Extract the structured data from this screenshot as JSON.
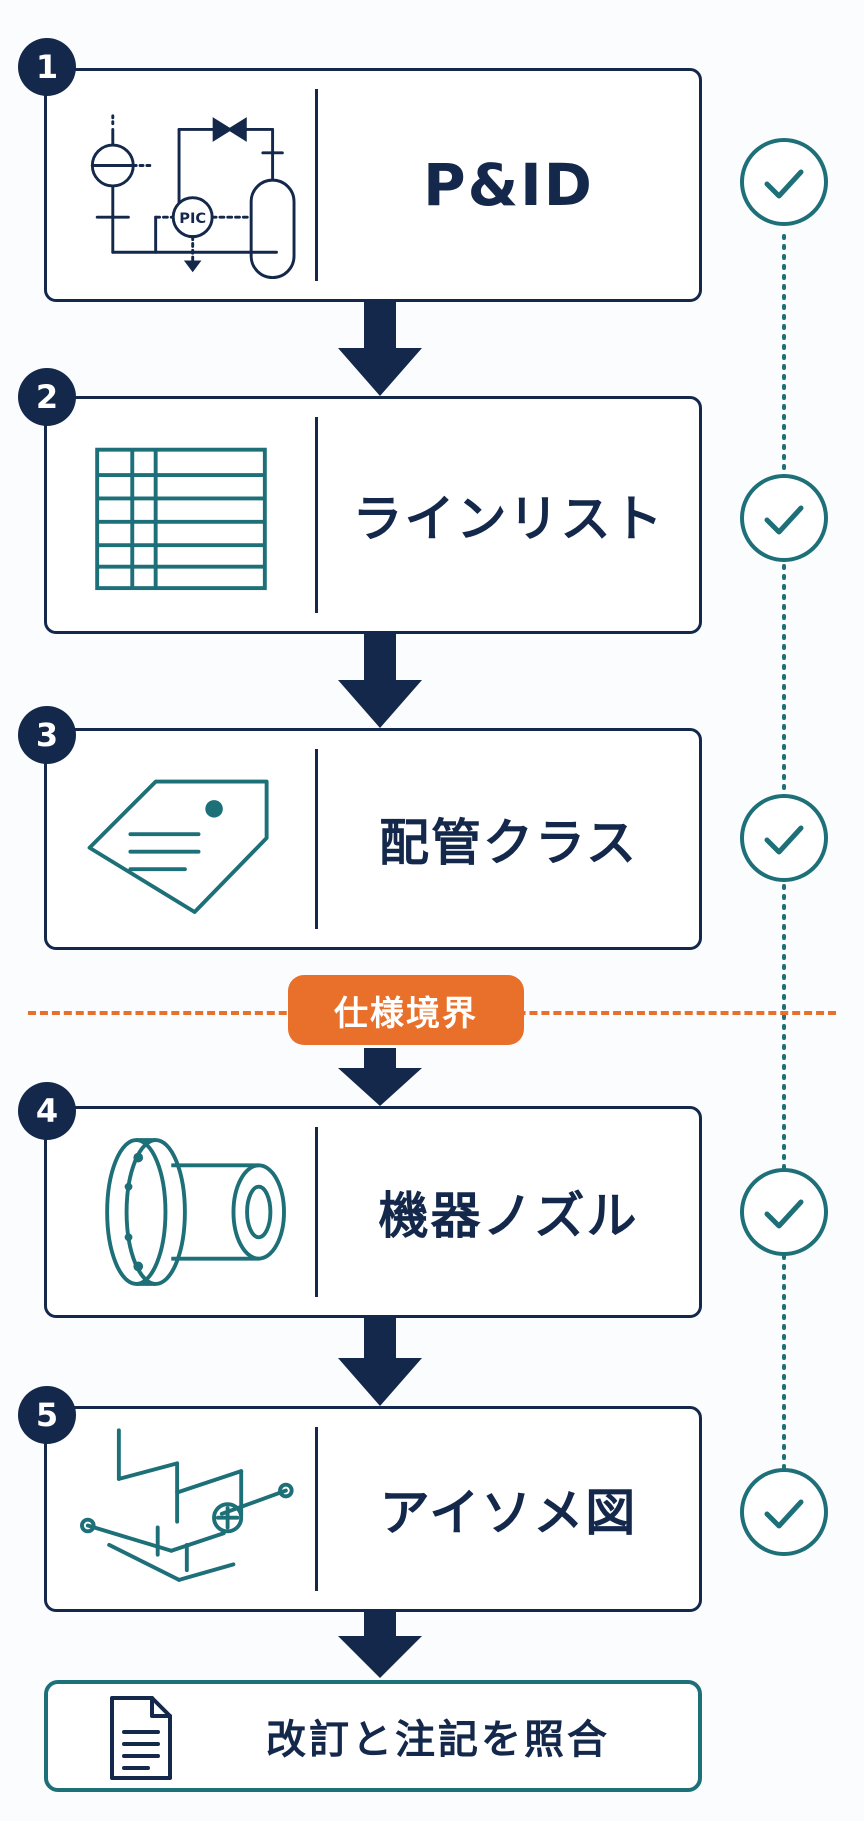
{
  "colors": {
    "navy": "#14284b",
    "teal": "#1d6f78",
    "orange": "#e8702a"
  },
  "steps": [
    {
      "number": "1",
      "label": "P&ID",
      "icon": "pid-diagram-icon",
      "status": "check-icon"
    },
    {
      "number": "2",
      "label": "ラインリスト",
      "icon": "table-icon",
      "status": "check-icon"
    },
    {
      "number": "3",
      "label": "配管クラス",
      "icon": "tag-icon",
      "status": "check-icon"
    },
    {
      "number": "4",
      "label": "機器ノズル",
      "icon": "nozzle-flange-icon",
      "status": "check-icon"
    },
    {
      "number": "5",
      "label": "アイソメ図",
      "icon": "isometric-piping-icon",
      "status": "check-icon"
    }
  ],
  "boundary": {
    "label": "仕様境界"
  },
  "final": {
    "label": "改訂と注記を照合",
    "icon": "document-icon"
  },
  "pid_icon": {
    "instrument_tag": "PIC"
  }
}
